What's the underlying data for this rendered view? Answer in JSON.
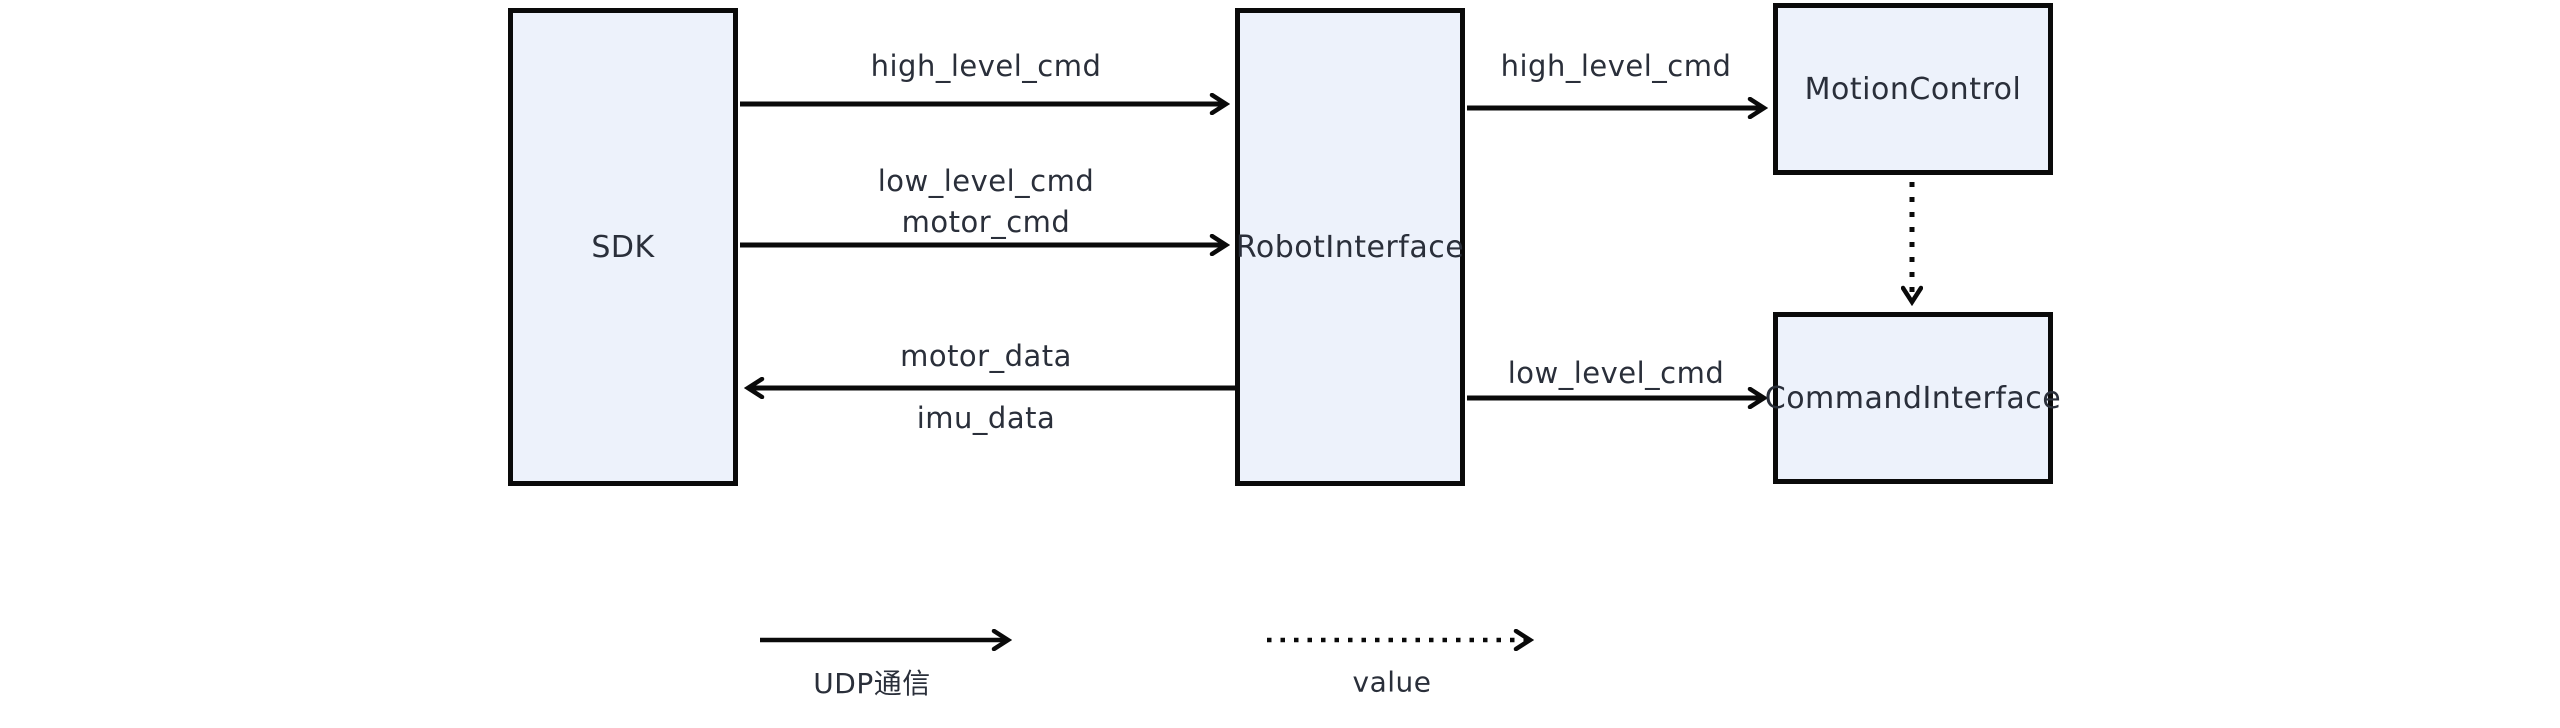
{
  "diagram": {
    "nodes": [
      {
        "id": "sdk",
        "label": "SDK"
      },
      {
        "id": "robot-interface",
        "label": "RobotInterface"
      },
      {
        "id": "motion-control",
        "label": "MotionControl"
      },
      {
        "id": "command-interface",
        "label": "CommandInterface"
      }
    ],
    "edges": [
      {
        "from": "SDK",
        "to": "RobotInterface",
        "style": "solid",
        "labels": [
          "high_level_cmd"
        ]
      },
      {
        "from": "SDK",
        "to": "RobotInterface",
        "style": "solid",
        "labels": [
          "low_level_cmd",
          "motor_cmd"
        ]
      },
      {
        "from": "RobotInterface",
        "to": "SDK",
        "style": "solid",
        "labels": [
          "motor_data",
          "imu_data"
        ]
      },
      {
        "from": "RobotInterface",
        "to": "MotionControl",
        "style": "solid",
        "labels": [
          "high_level_cmd"
        ]
      },
      {
        "from": "RobotInterface",
        "to": "CommandInterface",
        "style": "solid",
        "labels": [
          "low_level_cmd"
        ]
      },
      {
        "from": "MotionControl",
        "to": "CommandInterface",
        "style": "dotted",
        "labels": []
      }
    ],
    "legend": [
      {
        "style": "solid",
        "label": "UDP通信"
      },
      {
        "style": "dotted",
        "label": "value"
      }
    ],
    "colors": {
      "node_fill": "#edf2fb",
      "node_border": "#0a0a0a",
      "arrow": "#0a0a0a",
      "text": "#2a2f3a"
    }
  }
}
